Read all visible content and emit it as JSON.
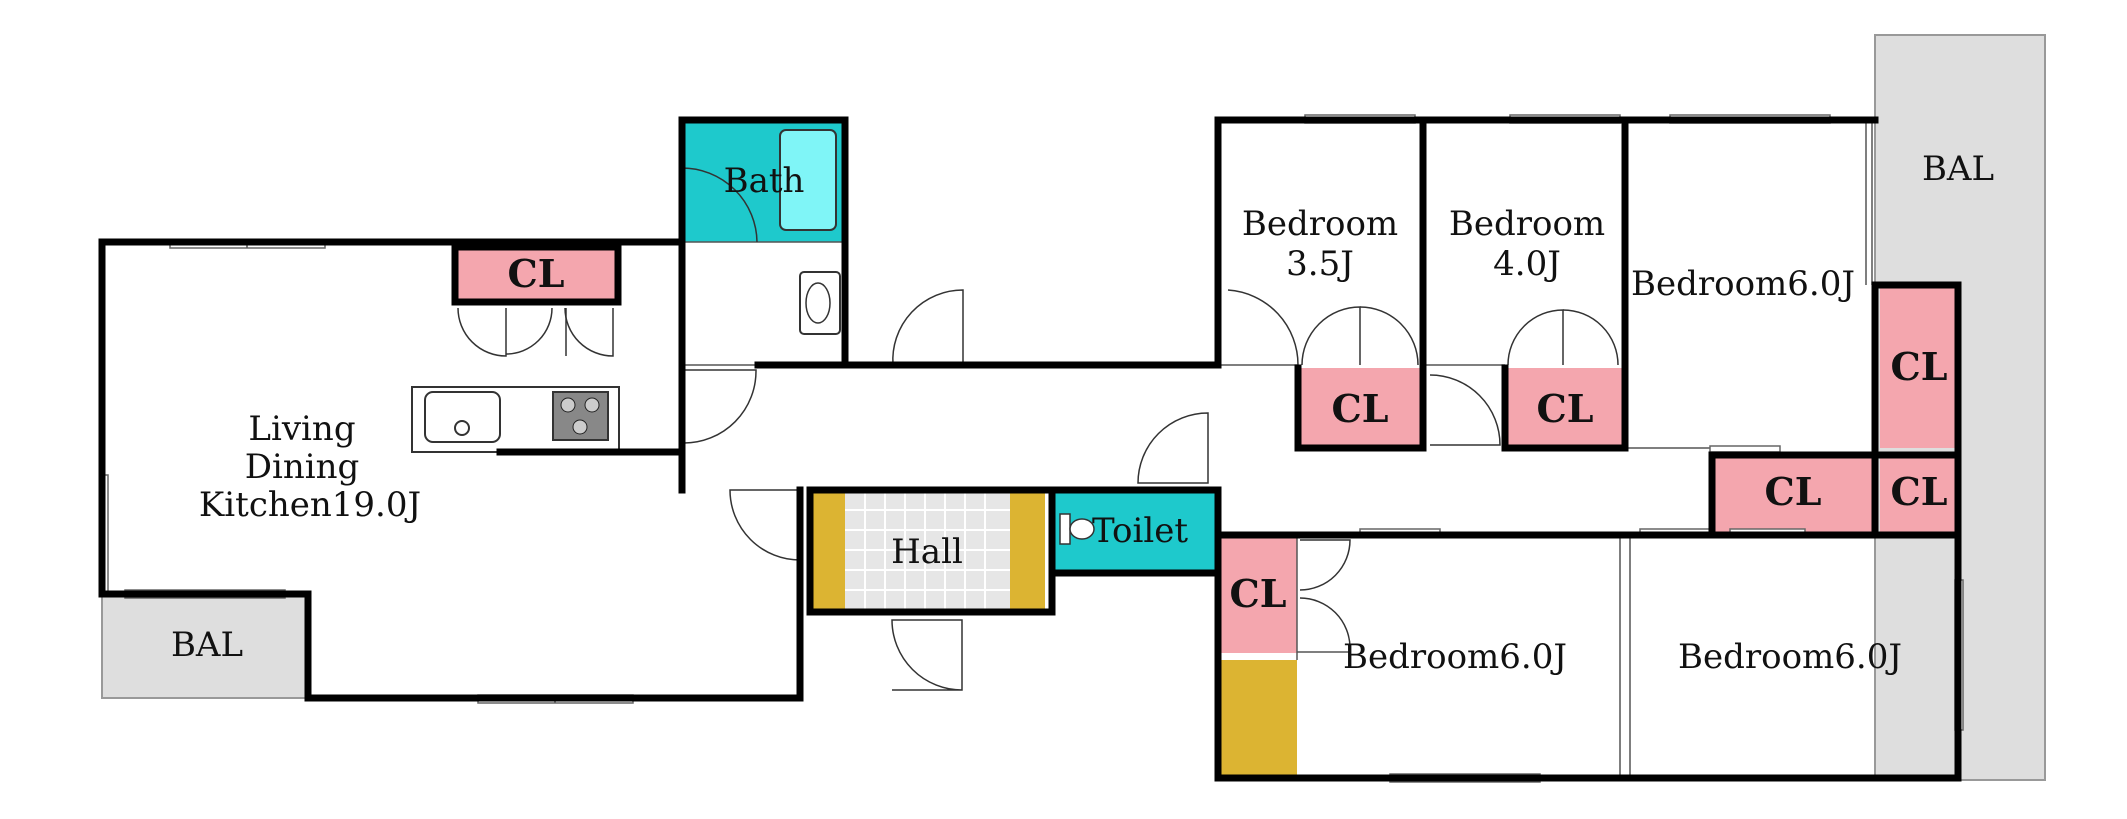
{
  "colors": {
    "closet": "#f4a6ae",
    "wet_area": "#1ec9cc",
    "tub": "#7ff5f7",
    "storage": "#dcb432",
    "balcony": "#dedede",
    "hall_tile": "#e6e6e6"
  },
  "rooms": {
    "ldk": {
      "line1": "Living",
      "line2": "Dining",
      "line3": "Kitchen19.0J"
    },
    "bath": "Bath",
    "hall": "Hall",
    "toilet": "Toilet",
    "bedroom_a": {
      "line1": "Bedroom",
      "line2": "3.5J"
    },
    "bedroom_b": {
      "line1": "Bedroom",
      "line2": "4.0J"
    },
    "bedroom_c": "Bedroom6.0J",
    "bedroom_d": "Bedroom6.0J",
    "bedroom_e": "Bedroom6.0J",
    "balcony_left": "BAL",
    "balcony_right": "BAL"
  },
  "closets": {
    "ldk": "CL",
    "bed_a": "CL",
    "bed_b": "CL",
    "bed_c": "CL",
    "corridor": "CL",
    "corner": "CL",
    "bed_d": "CL"
  },
  "icons": [
    "sink-icon",
    "stove-icon",
    "bathtub-icon",
    "washbasin-icon",
    "toilet-icon",
    "door-swing-icon",
    "window-icon"
  ]
}
